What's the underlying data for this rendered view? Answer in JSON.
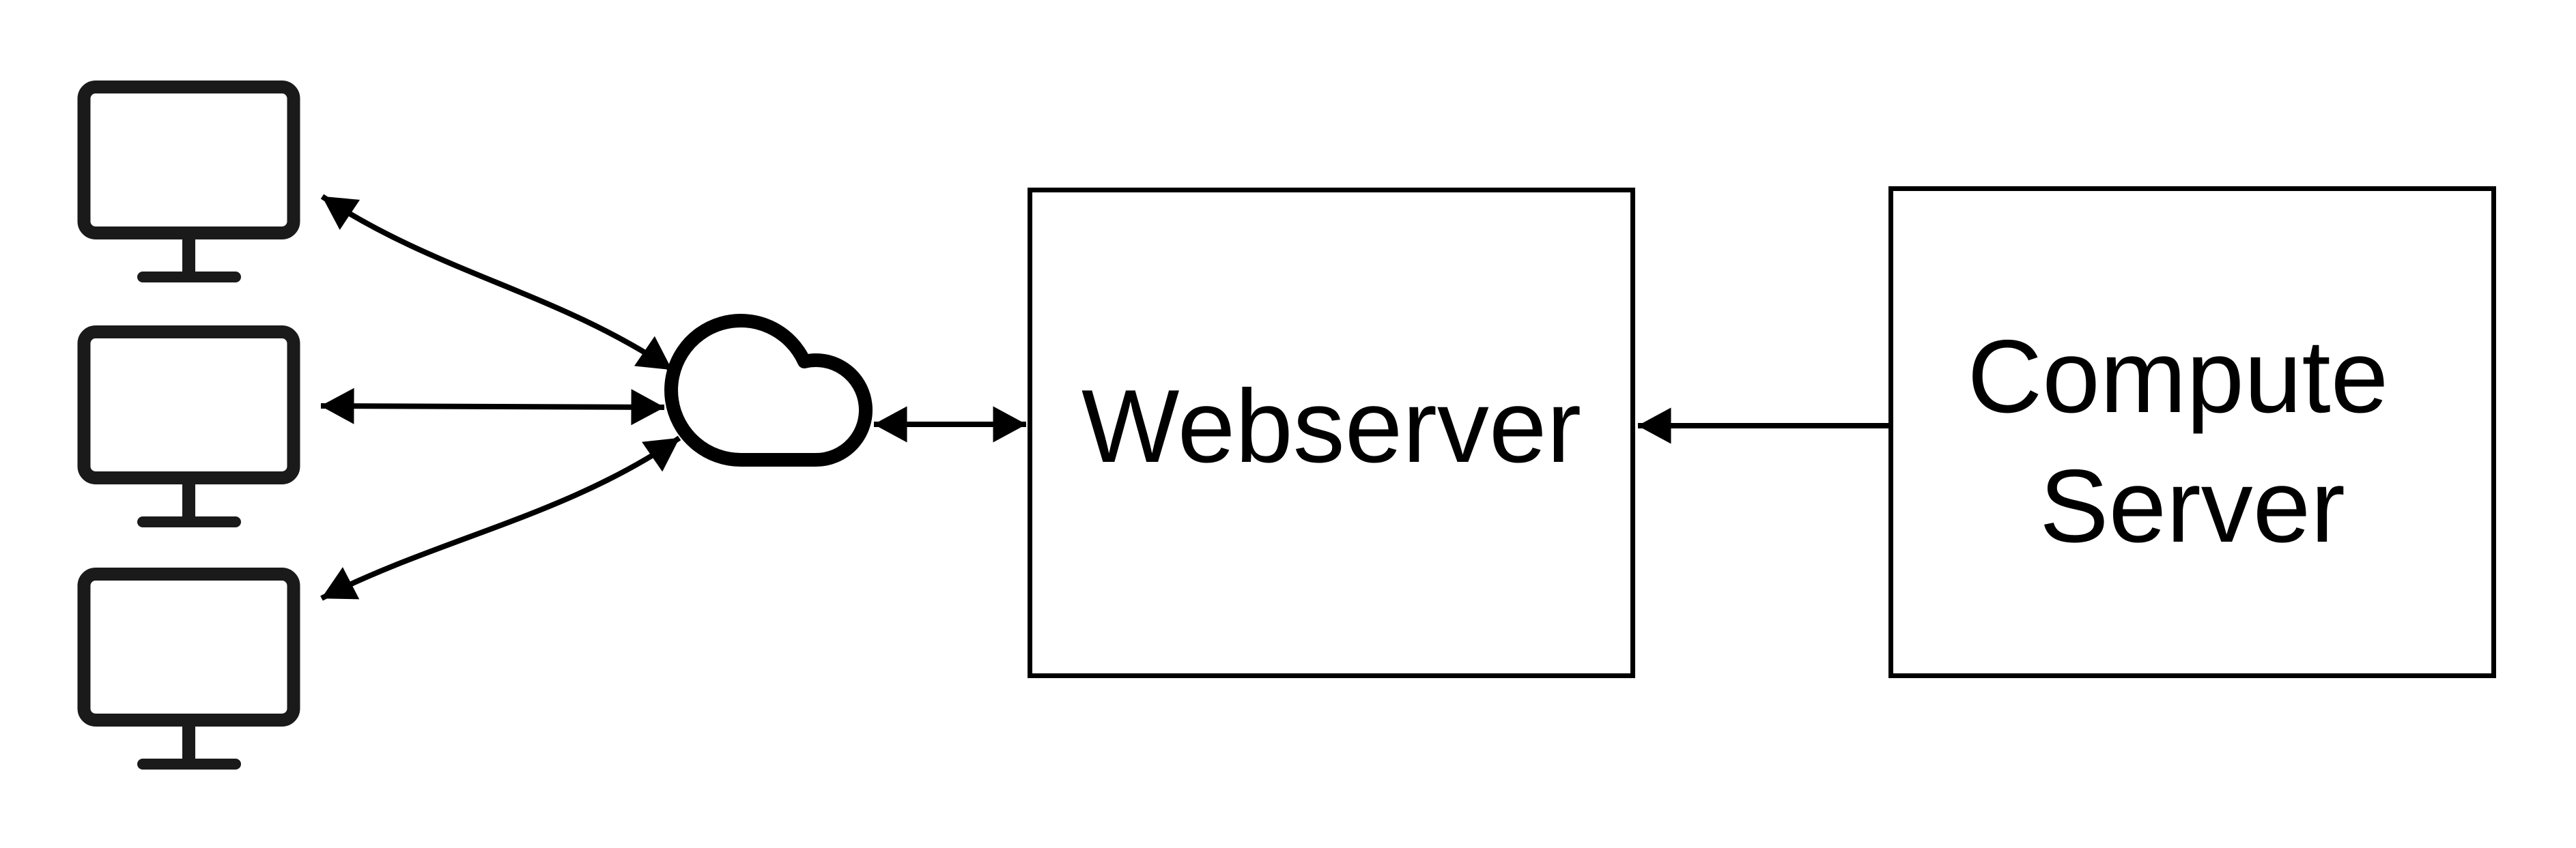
{
  "page": {
    "background": "#ffffff"
  },
  "diagram": {
    "kind": "network-architecture-diagram",
    "colors": {
      "icon_stroke": "#1a1a1a",
      "line_stroke": "#000000",
      "node_fill": "#ffffff",
      "text": "#000000"
    },
    "nodes": {
      "clients": {
        "icon": "desktop-monitor-icon",
        "count": 3
      },
      "network": {
        "icon": "cloud-icon"
      },
      "webserver": {
        "label": "Webserver"
      },
      "compute_server": {
        "label": "Compute Server",
        "label_line1": "Compute",
        "label_line2": "Server"
      }
    },
    "edges": [
      {
        "from": "client-1",
        "to": "cloud",
        "direction": "bidirectional"
      },
      {
        "from": "client-2",
        "to": "cloud",
        "direction": "bidirectional"
      },
      {
        "from": "client-3",
        "to": "cloud",
        "direction": "bidirectional"
      },
      {
        "from": "cloud",
        "to": "webserver",
        "direction": "bidirectional"
      },
      {
        "from": "compute-server",
        "to": "webserver",
        "direction": "unidirectional"
      }
    ]
  }
}
